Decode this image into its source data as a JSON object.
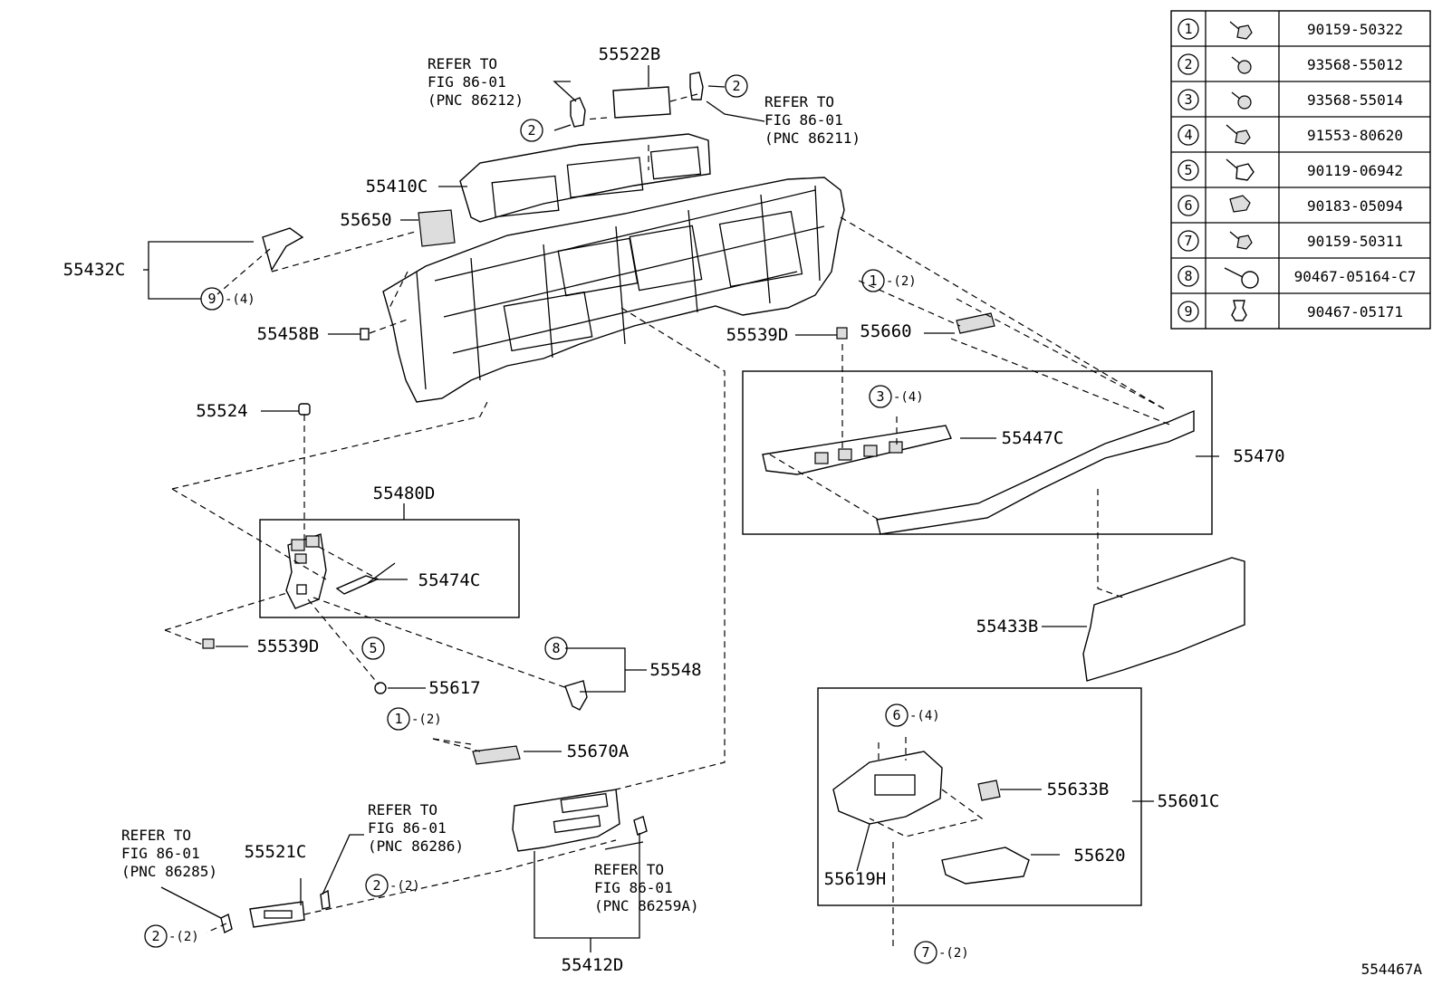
{
  "fastener_table": [
    {
      "num": "1",
      "icon": "bolt-with-washer-icon",
      "part": "90159-50322"
    },
    {
      "num": "2",
      "icon": "screw-icon",
      "part": "93568-55012"
    },
    {
      "num": "3",
      "icon": "screw-icon",
      "part": "93568-55014"
    },
    {
      "num": "4",
      "icon": "tapping-screw-icon",
      "part": "91553-80620"
    },
    {
      "num": "5",
      "icon": "hex-bolt-icon",
      "part": "90119-06942"
    },
    {
      "num": "6",
      "icon": "clip-nut-icon",
      "part": "90183-05094"
    },
    {
      "num": "7",
      "icon": "bolt-with-washer-icon",
      "part": "90159-50311"
    },
    {
      "num": "8",
      "icon": "pin-clip-icon",
      "part": "90467-05164-C7"
    },
    {
      "num": "9",
      "icon": "push-clip-icon",
      "part": "90467-05171"
    }
  ],
  "parts": {
    "p55522B": "55522B",
    "p55410C": "55410C",
    "p55650": "55650",
    "p55432C": "55432C",
    "p55458B": "55458B",
    "p55524": "55524",
    "p55480D": "55480D",
    "p55474C": "55474C",
    "p55539D_left": "55539D",
    "p55617": "55617",
    "p55548": "55548",
    "p55670A": "55670A",
    "p55521C": "55521C",
    "p55412D": "55412D",
    "p55539D_right": "55539D",
    "p55660": "55660",
    "p55447C": "55447C",
    "p55470": "55470",
    "p55433B": "55433B",
    "p55633B": "55633B",
    "p55601C": "55601C",
    "p55620": "55620",
    "p55619H": "55619H"
  },
  "callouts": {
    "c2_top_left": {
      "num": "2",
      "qty": ""
    },
    "c2_top_right": {
      "num": "2",
      "qty": ""
    },
    "c9": {
      "num": "9",
      "qty": "-(4)"
    },
    "c1_right": {
      "num": "1",
      "qty": "-(2)"
    },
    "c3": {
      "num": "3",
      "qty": "-(4)"
    },
    "c5": {
      "num": "5",
      "qty": ""
    },
    "c8": {
      "num": "8",
      "qty": ""
    },
    "c1_lower": {
      "num": "1",
      "qty": "-(2)"
    },
    "c2_bottom_mid": {
      "num": "2",
      "qty": "-(2)"
    },
    "c2_bottom_left": {
      "num": "2",
      "qty": "-(2)"
    },
    "c6": {
      "num": "6",
      "qty": "-(4)"
    },
    "c7": {
      "num": "7",
      "qty": "-(2)"
    }
  },
  "references": {
    "ref_86212": [
      "REFER TO",
      "FIG 86-01",
      "(PNC 86212)"
    ],
    "ref_86211": [
      "REFER TO",
      "FIG 86-01",
      "(PNC 86211)"
    ],
    "ref_86286": [
      "REFER TO",
      "FIG 86-01",
      "(PNC 86286)"
    ],
    "ref_86285": [
      "REFER TO",
      "FIG 86-01",
      "(PNC 86285)"
    ],
    "ref_86259A": [
      "REFER TO",
      "FIG 86-01",
      "(PNC 86259A)"
    ]
  },
  "figure_id": "554467A"
}
